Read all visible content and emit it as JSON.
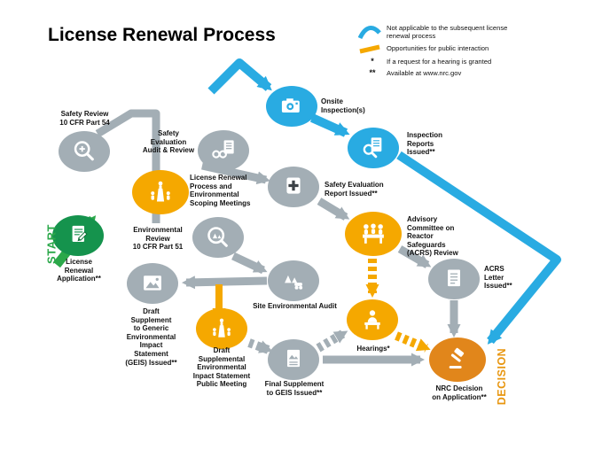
{
  "title": "License Renewal Process",
  "legend": {
    "not_applicable": "Not applicable to the subsequent license\nrenewal process",
    "public_interaction": "Opportunities for public interaction",
    "hearing_marker": "*",
    "hearing_note": "If a request for a hearing is granted",
    "available_marker": "**",
    "available_note": "Available at www.nrc.gov"
  },
  "flow": {
    "start": "START",
    "decision": "DECISION"
  },
  "nodes": {
    "safety_review": "Safety Review\n10 CFR Part 54",
    "safety_eval_audit": "Safety\nEvaluation\nAudit & Review",
    "onsite_inspection": "Onsite\nInspection(s)",
    "inspection_reports": "Inspection\nReports\nIssued**",
    "scoping_meetings": "License Renewal\nProcess and\nEnvironmental\nScoping Meetings",
    "safety_eval_report": "Safety Evaluation\nReport Issued**",
    "license_application": "License\nRenewal\nApplication**",
    "environmental_review": "Environmental\nReview\n10 CFR Part 51",
    "acrs_review": "Advisory\nCommittee on\nReactor\nSafeguards\n(ACRS) Review",
    "site_environmental_audit": "Site Environmental Audit",
    "draft_geis": "Draft\nSupplement\nto Generic\nEnvironmental\nImpact\nStatement\n(GEIS) Issued**",
    "draft_seis_meeting": "Draft\nSupplemental\nEnvironmental\nInpact Statement\nPublic Meeting",
    "hearings": "Hearings*",
    "acrs_letter": "ACRS\nLetter\nIssued**",
    "final_geis": "Final Supplement\nto GEIS Issued**",
    "nrc_decision": "NRC Decision\non Application**"
  },
  "colors": {
    "blue": "#29abe2",
    "yellow": "#f5a800",
    "gray": "#a3aeb5",
    "green": "#15934d",
    "green_bright": "#2ba84a",
    "orange": "#e1861b",
    "orange_text": "#e8960f"
  }
}
